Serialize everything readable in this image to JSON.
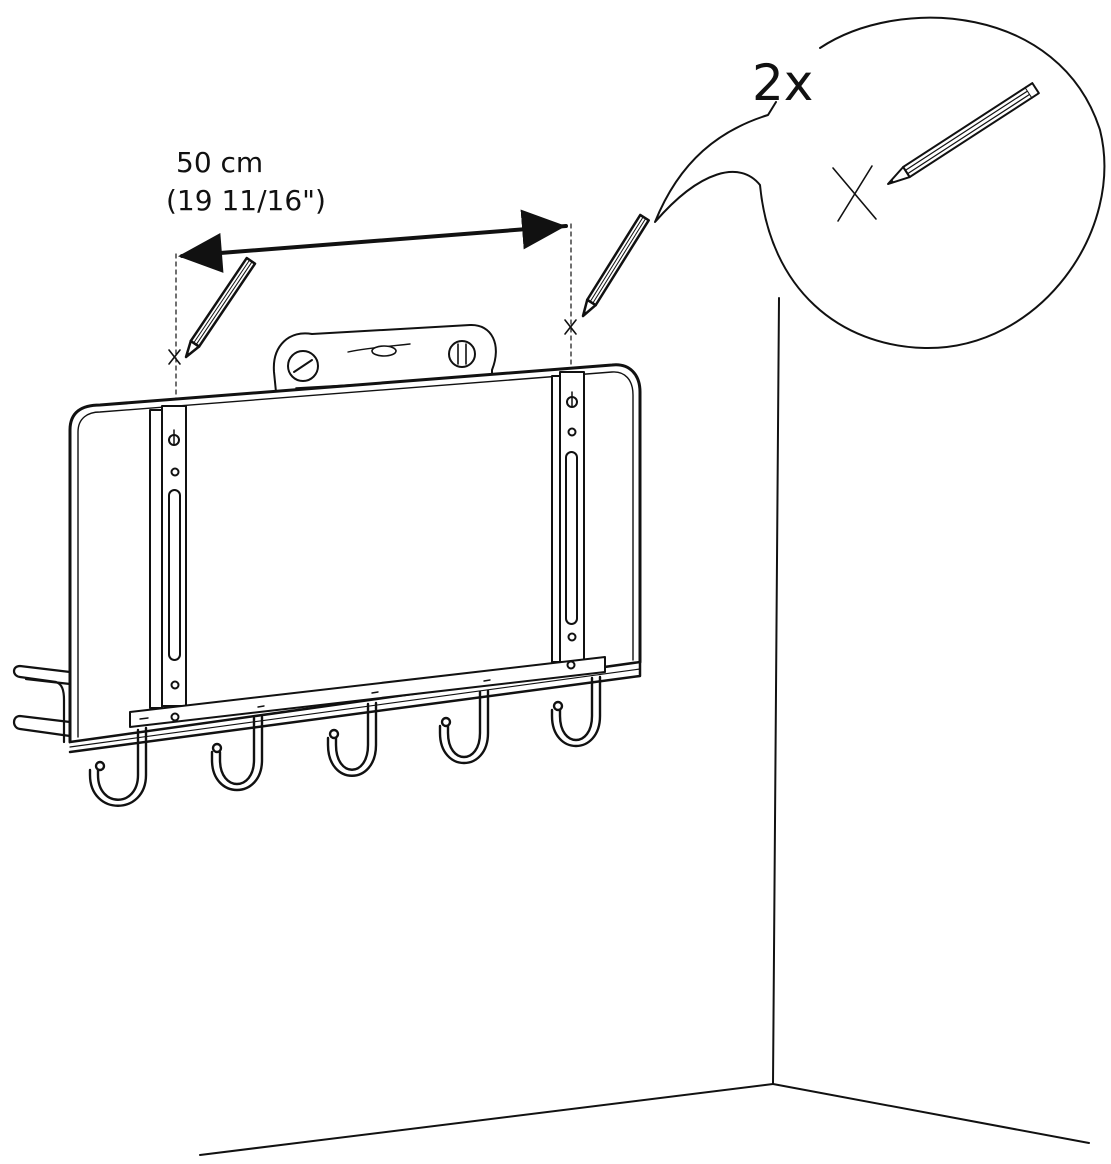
{
  "dimension": {
    "metric": "50 cm",
    "imperial": "(19 11/16\")"
  },
  "callout": {
    "quantity": "2x"
  },
  "icons": {
    "pencil": "pencil-icon",
    "mark": "x-mark-icon",
    "level": "spirit-level-icon"
  },
  "colors": {
    "ink": "#111111",
    "background": "#ffffff"
  },
  "hooks_count": 5
}
